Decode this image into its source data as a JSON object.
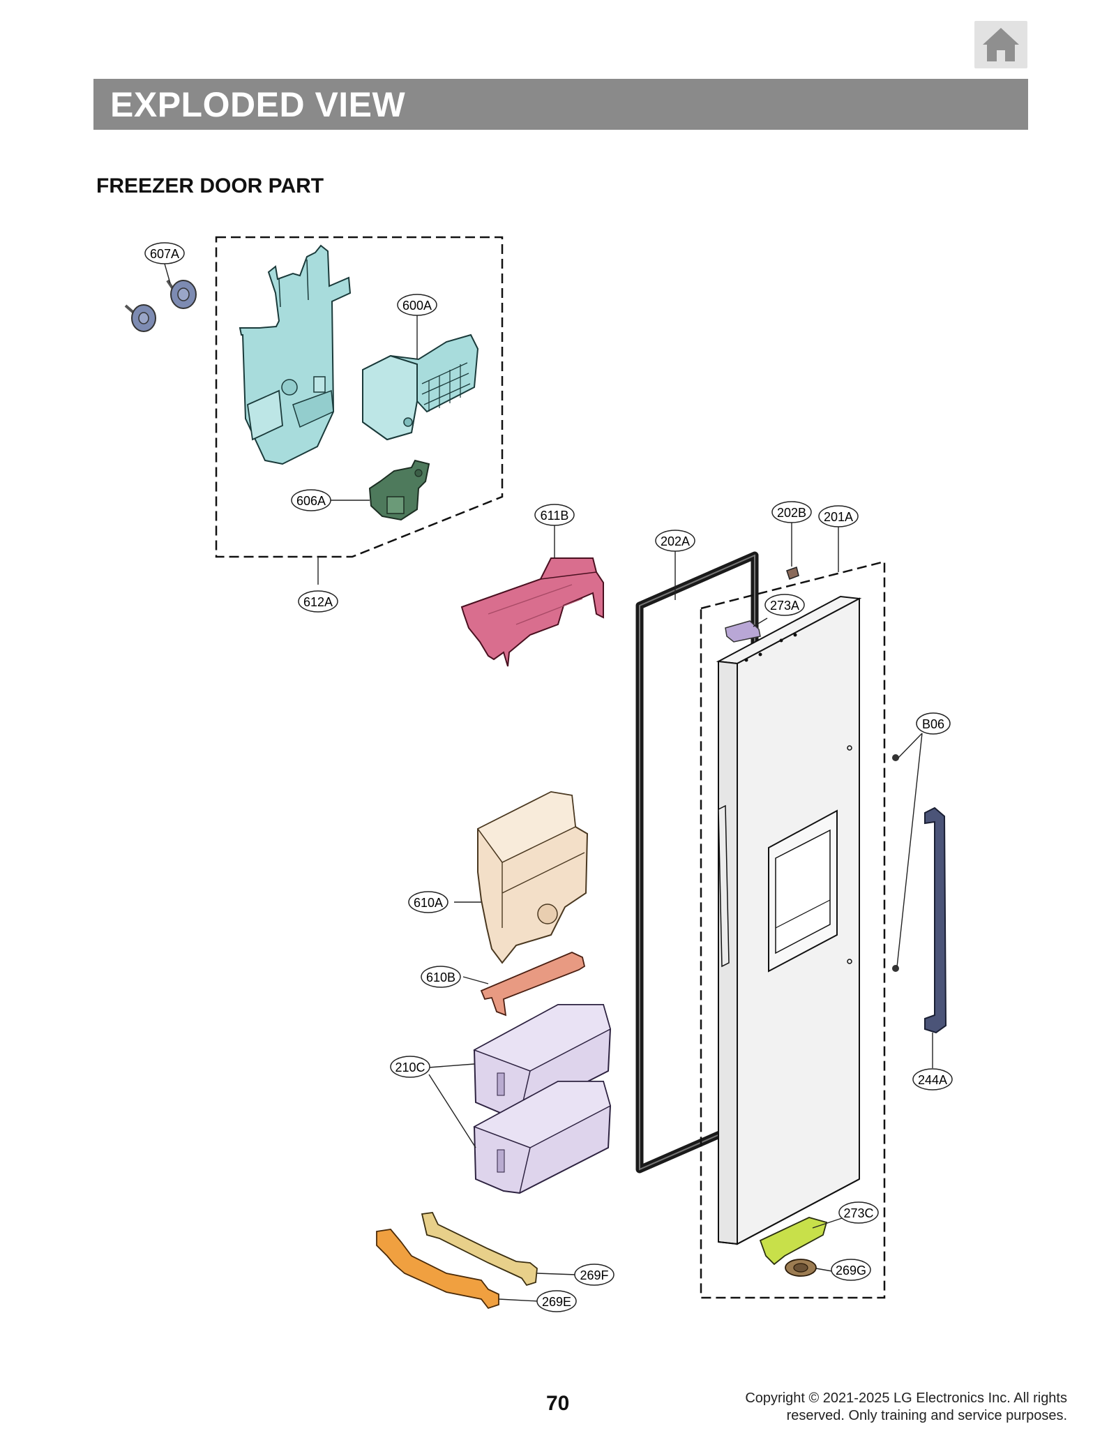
{
  "header": {
    "title": "EXPLODED VIEW",
    "home_icon": "home-icon"
  },
  "section": {
    "title": "FREEZER DOOR PART"
  },
  "callouts": {
    "c607A": "607A",
    "c600A": "600A",
    "c606A": "606A",
    "c612A": "612A",
    "c611B": "611B",
    "c202A": "202A",
    "c202B": "202B",
    "c201A": "201A",
    "c273A": "273A",
    "cB06": "B06",
    "c610A": "610A",
    "c610B": "610B",
    "c210C": "210C",
    "c244A": "244A",
    "c273C": "273C",
    "c269G": "269G",
    "c269F": "269F",
    "c269E": "269E"
  },
  "part_colors": {
    "ice_maker_cover": "#a8dcdc",
    "ice_maker": "#a8dcdc",
    "motor_bracket": "#4e7a5c",
    "duct_cover": "#d96e8e",
    "gasket": "#1a1a1a",
    "ice_bin": "#f3dfc8",
    "bin_bracket": "#e89a82",
    "door_basket": "#ded4ec",
    "handle": "#4b5478",
    "hinge_bottom": "#c8e04a",
    "hinge_top": "#b9a7d6",
    "tube_269E": "#f0a040",
    "tube_269F": "#e8d08a",
    "knob": "#7d8bb2"
  },
  "footer": {
    "page_number": "70",
    "copyright_line1": "Copyright © 2021-2025 LG Electronics Inc. All rights",
    "copyright_line2": "reserved. Only training and service purposes."
  }
}
